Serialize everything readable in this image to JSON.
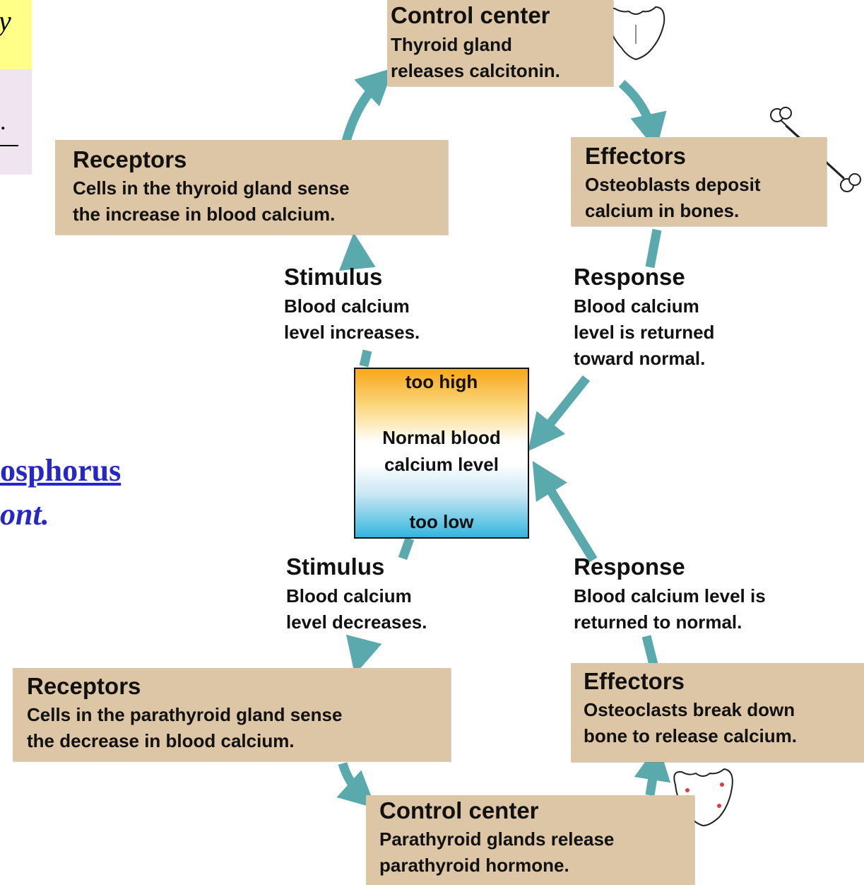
{
  "slide_fragments": {
    "yellow_glyph": "y",
    "pink_glyph": ".",
    "link_text": "osphorus",
    "italic_text": "ont."
  },
  "diagram": {
    "upper_control_center": {
      "title": "Control center",
      "line1": "Thyroid gland",
      "line2": "releases calcitonin."
    },
    "upper_receptors": {
      "title": "Receptors",
      "line1": "Cells in the thyroid gland sense",
      "line2": "the increase in blood calcium."
    },
    "upper_effectors": {
      "title": "Effectors",
      "line1": "Osteoblasts deposit",
      "line2": "calcium in bones."
    },
    "upper_stimulus": {
      "title": "Stimulus",
      "line1": "Blood calcium",
      "line2": "level increases."
    },
    "upper_response": {
      "title": "Response",
      "line1": "Blood calcium",
      "line2": "level is returned",
      "line3": "toward normal."
    },
    "gauge": {
      "high": "too high",
      "normal_line1": "Normal blood",
      "normal_line2": "calcium level",
      "low": "too low"
    },
    "lower_stimulus": {
      "title": "Stimulus",
      "line1": "Blood calcium",
      "line2": "level decreases."
    },
    "lower_response": {
      "title": "Response",
      "line1": "Blood calcium level is",
      "line2": "returned to normal."
    },
    "lower_receptors": {
      "title": "Receptors",
      "line1": "Cells in the parathyroid gland sense",
      "line2": "the decrease in blood calcium."
    },
    "lower_effectors": {
      "title": "Effectors",
      "line1": "Osteoclasts break down",
      "line2": "bone to release calcium."
    },
    "lower_control_center": {
      "title": "Control center",
      "line1": "Parathyroid glands release",
      "line2": "parathyroid hormone."
    }
  },
  "colors": {
    "arrow": "#5aa9ad",
    "box": "#dcc6a6",
    "link": "#2727c8",
    "gauge_high": "#f8a71a",
    "gauge_low": "#34b5dd"
  },
  "icons": [
    "thyroid-gland-icon",
    "bone-icon",
    "parathyroid-gland-icon"
  ]
}
